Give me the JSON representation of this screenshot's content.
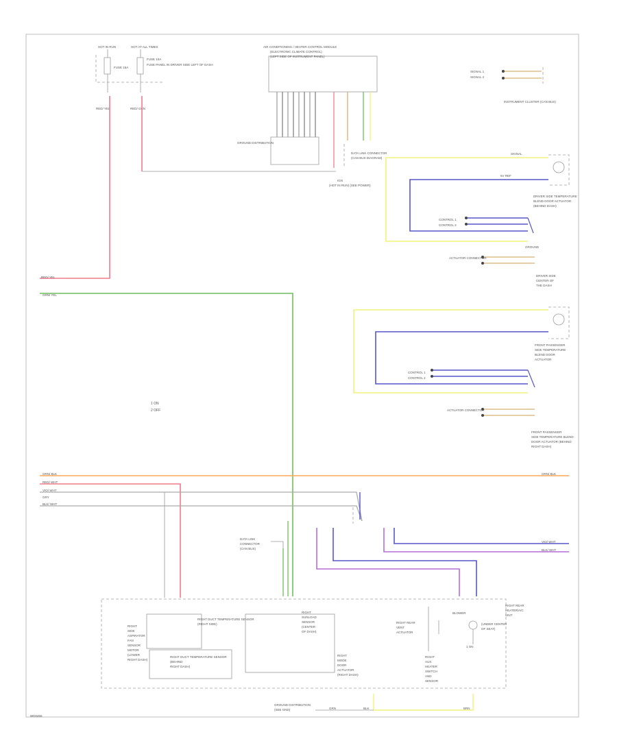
{
  "footer": {
    "code": "WD0456"
  },
  "colors": {
    "red": "#f27a8a",
    "green": "#6cbf5a",
    "orange": "#ffa957",
    "yellow": "#f2f27a",
    "blue": "#5555cc",
    "violet": "#b56cd9",
    "gray": "#aaaaaa",
    "black": "#333333",
    "tan": "#d8b070"
  },
  "icons": [
    "fuse-icon",
    "connector-icon",
    "ground-icon",
    "motor-icon",
    "sensor-icon"
  ],
  "labels": {
    "hot_in_run_1": "HOT IN RUN",
    "hot_at_all_times_1": "HOT AT ALL TIMES",
    "fuse_1": "FUSE 15A",
    "fuse_2": "FUSE 10A",
    "fuse_note": "FUSE PANEL IN DRIVER SIDE LEFT OF DASH",
    "left_top_1": "RED/ YEL",
    "left_top_2": "RED/ GRN",
    "module_title": "AIR CONDITIONING / HEATER CONTROL MODULE",
    "module_sub": "(ELECTRONIC CLIMATE CONTROL)",
    "module_sub2": "(LEFT SIDE OF INSTRUMENT PANEL)",
    "ground_dist": "GROUND DISTRIBUTION",
    "data_link": "DATA LINK CONNECTOR",
    "data_link2": "(CAN BUS DIAGRAM)",
    "ign_note": "IGN",
    "ign_note2": "(HOT IN RUN) (SEE POWER)",
    "right_top_1": "SIGNAL 1",
    "right_top_2": "SIGNAL 2",
    "right_top_3": "INSTRUMENT CLUSTER (CAN BUS)",
    "dr_act_1": "DRIVER SIDE TEMPERATURE",
    "dr_act_2": "BLEND DOOR ACTUATOR",
    "dr_act_3": "(BEHIND DASH)",
    "dr_ref": "5V REF",
    "dr_sig": "SIGNAL",
    "dr_gnd": "GROUND",
    "dr_conn_1": "CONTROL 1",
    "dr_conn_2": "CONTROL 2",
    "dr_conn_3": "ACTUATOR CONNECTOR",
    "dr_loc_1": "DRIVER SIDE",
    "dr_loc_2": "CENTER OF",
    "dr_loc_3": "THE DASH",
    "ps_act_1": "FRONT PASSENGER",
    "ps_act_2": "SIDE TEMPERATURE",
    "ps_act_3": "BLEND DOOR",
    "ps_act_4": "ACTUATOR",
    "ps_conn_1": "CONTROL 1",
    "ps_conn_2": "CONTROL 2",
    "ps_conn_3": "ACTUATOR CONNECTOR",
    "ps_loc_1": "FRONT PASSENGER",
    "ps_loc_2": "SIDE TEMPERATURE BLEND",
    "ps_loc_3": "DOOR ACTUATOR (BEHIND",
    "ps_loc_4": "RIGHT DASH)",
    "center_1": "1  ON",
    "center_2": "2  OFF",
    "wire_l1": "RED/ YEL",
    "wire_l2": "GRN/ YEL",
    "wire_o": "ORN/ BLK",
    "wire_o_r": "ORN/ BLK",
    "wire_r": "RED/ WHT",
    "wire_v": "VIO/ WHT",
    "wire_g": "GRY",
    "wire_b": "BLK/ WHT",
    "wire_vr": "VIO/ WHT",
    "wire_br": "BLK/ WHT",
    "ds_label_1": "DATA LINK",
    "ds_label_2": "CONNECTOR",
    "ds_label_3": "(CAN BUS)",
    "mod_a_1": "RIGHT",
    "mod_a_2": "SIDE",
    "mod_a_3": "ASPIRATOR",
    "mod_a_4": "FAN",
    "mod_a_5": "SENSOR",
    "mod_a_6": "MOTOR",
    "mod_a_7": "(LOWER",
    "mod_a_8": "RIGHT DASH)",
    "mod_b": "RIGHT DUCT TEMPERATURE SENSOR",
    "mod_b2": "(RIGHT SIDE)",
    "mod_c_1": "RIGHT DUCT TEMPERATURE SENSOR",
    "mod_c_2": "(BEHIND",
    "mod_c_3": "RIGHT DASH)",
    "mod_d_1": "RIGHT",
    "mod_d_2": "SUNLOAD",
    "mod_d_3": "SENSOR",
    "mod_d_4": "(CENTER",
    "mod_d_5": "OF DASH)",
    "mod_e_1": "RIGHT",
    "mod_e_2": "MODE",
    "mod_e_3": "DOOR",
    "mod_e_4": "ACTUATOR",
    "mod_e_5": "(RIGHT DASH)",
    "mod_f_1": "RIGHT REAR",
    "mod_f_2": "VENT",
    "mod_f_3": "ACTUATOR",
    "mod_g_1": "RIGHT",
    "mod_g_2": "AUX.",
    "mod_g_3": "HEATER",
    "mod_g_4": "SWITCH",
    "mod_g_5": "AND",
    "mod_g_6": "SENSOR",
    "mod_h_1": "RIGHT REAR",
    "mod_h_2": "HEATER/A/C",
    "mod_h_3": "UNIT",
    "mod_h_4": "(UNDER CENTER",
    "mod_h_5": "OF SEAT)",
    "mod_h_6": "BLOWER",
    "mod_h_7": "1  ON",
    "bottom_1": "GROUND DISTRIBUTION",
    "bottom_2": "(SEE GND)",
    "bottom_3": "GRN",
    "bottom_4": "BLK",
    "bottom_5": "BRN"
  }
}
